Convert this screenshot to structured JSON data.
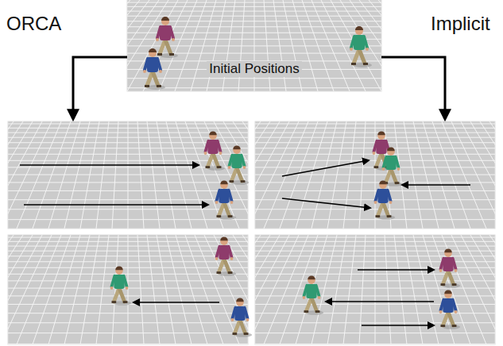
{
  "diagram": {
    "nodes": [
      {
        "text": [
          "Initial Positions"
        ]
      }
    ],
    "labels": [
      "ORCA",
      "Implicit"
    ]
  }
}
